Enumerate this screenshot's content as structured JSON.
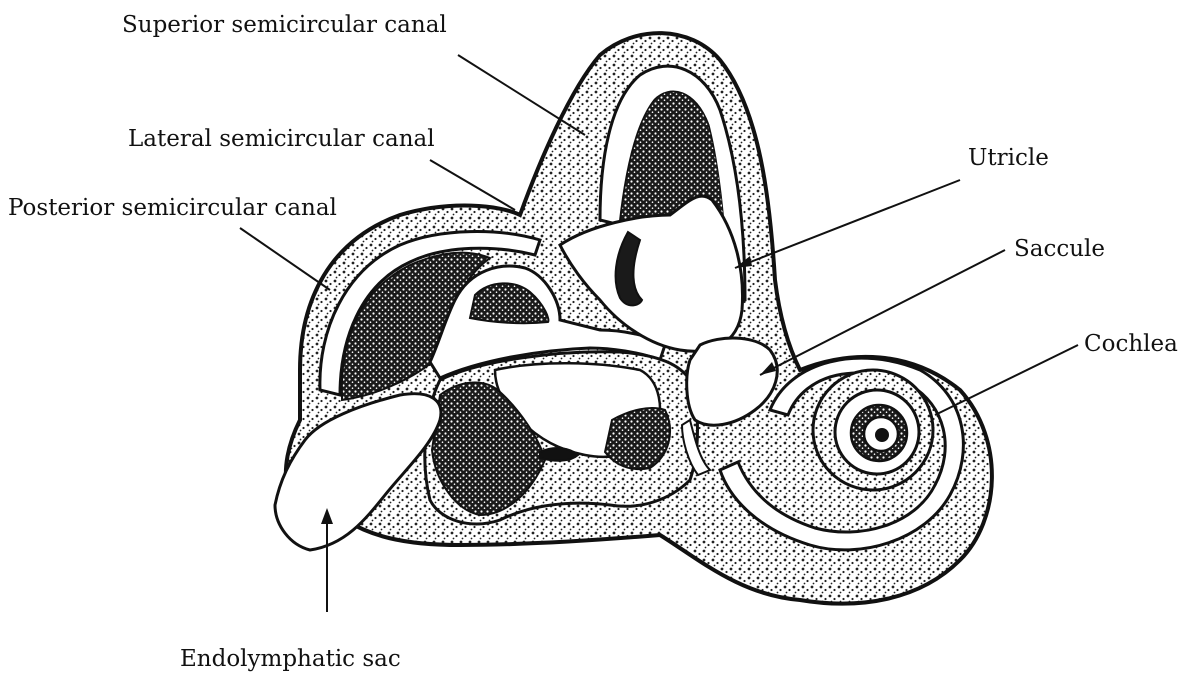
{
  "diagram": {
    "labels": {
      "superior": "Superior semicircular canal",
      "lateral": "Lateral semicircular canal",
      "posterior": "Posterior semicircular canal",
      "utricle": "Utricle",
      "saccule": "Saccule",
      "cochlea": "Cochlea",
      "endolymphatic": "Endolymphatic sac"
    },
    "colors": {
      "ink": "#111111",
      "paper": "#ffffff",
      "shade": "#3a3a3a"
    }
  }
}
